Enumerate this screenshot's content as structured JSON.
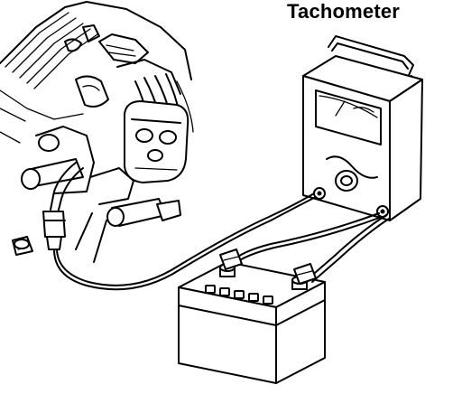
{
  "diagram": {
    "title": "Tachometer",
    "colors": {
      "ink": "#000000",
      "paper": "#ffffff"
    },
    "parts": [
      "engine",
      "tachometer",
      "battery",
      "test-leads",
      "check-connector",
      "connector-cap"
    ]
  }
}
